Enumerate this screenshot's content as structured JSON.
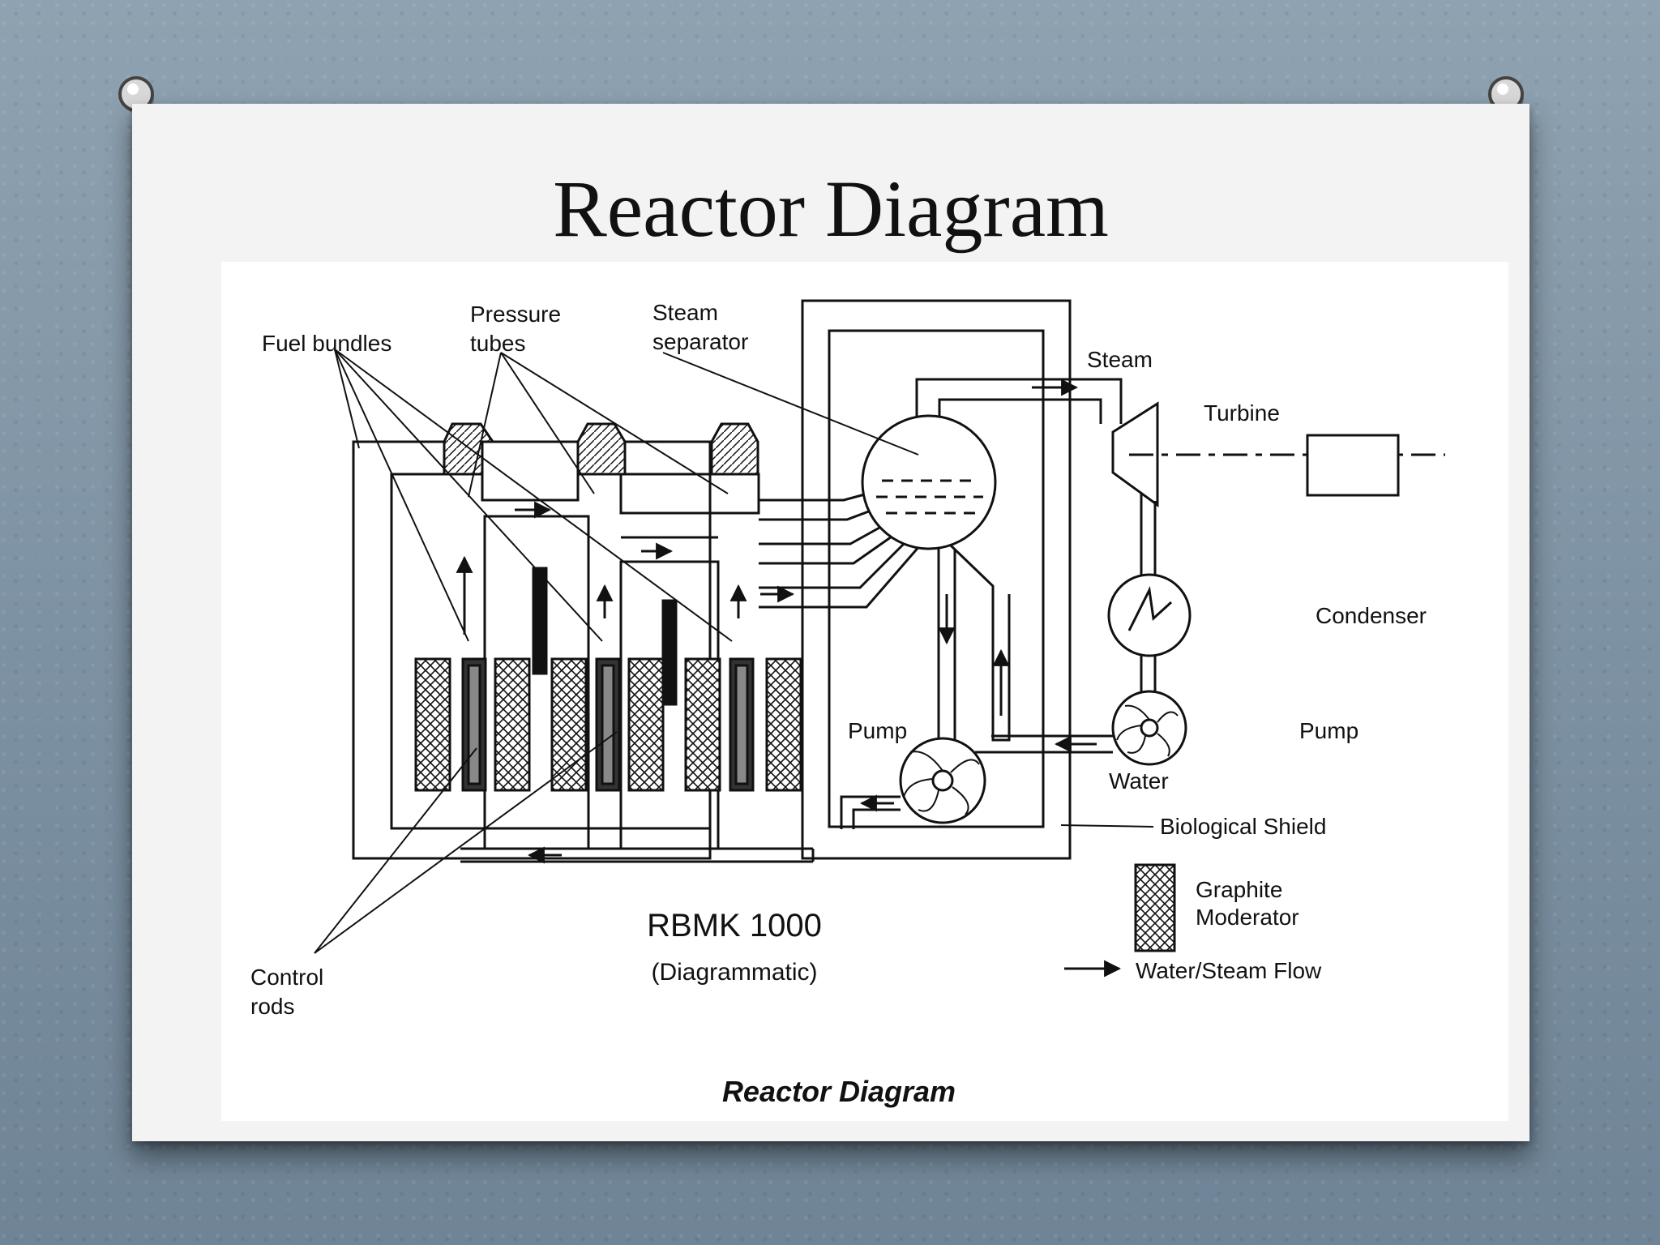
{
  "slide": {
    "title": "Reactor Diagram"
  },
  "diagram": {
    "labels": {
      "fuel_bundles": "Fuel bundles",
      "pressure_tubes_line1": "Pressure",
      "pressure_tubes_line2": "tubes",
      "steam_separator_line1": "Steam",
      "steam_separator_line2": "separator",
      "steam": "Steam",
      "turbine": "Turbine",
      "condenser": "Condenser",
      "pump_right": "Pump",
      "pump_left": "Pump",
      "water": "Water",
      "biological_shield": "Biological Shield",
      "control_rods_line1": "Control",
      "control_rods_line2": "rods",
      "model": "RBMK 1000",
      "model_note": "(Diagrammatic)",
      "caption": "Reactor Diagram"
    },
    "legend": {
      "graphite_line1": "Graphite",
      "graphite_line2": "Moderator",
      "flow": "Water/Steam Flow"
    }
  }
}
